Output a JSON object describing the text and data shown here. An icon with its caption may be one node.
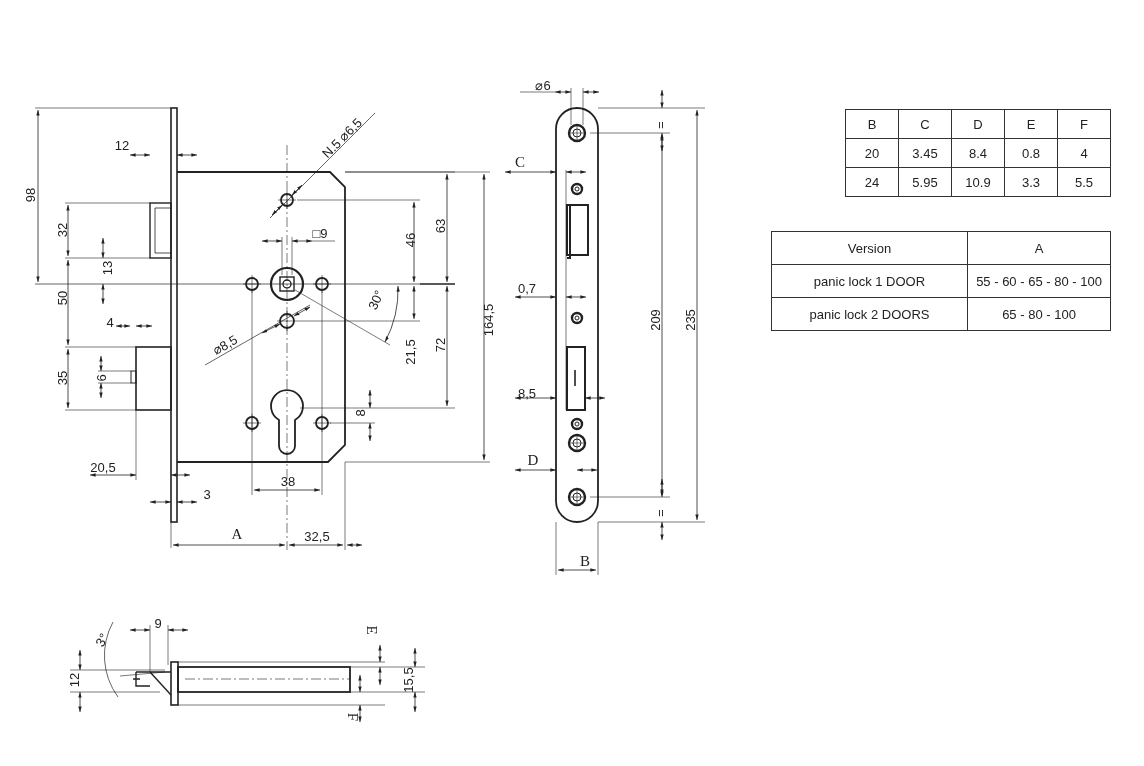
{
  "diagram": {
    "labels": [
      "⌀6",
      "=",
      "12",
      "N.5 ⌀6,5",
      "C",
      "□9",
      "98",
      "32",
      "46",
      "63",
      "13",
      "50",
      "30°",
      "0,7",
      "164,5",
      "209",
      "235",
      "4",
      "⌀8,5",
      "21,5",
      "72",
      "35",
      "6",
      "8,5",
      "8",
      "D",
      "20,5",
      "3",
      "38",
      "=",
      "A",
      "32,5",
      "B",
      "9",
      "3°",
      "E",
      "12",
      "15,5",
      "F",
      "B",
      "C",
      "D",
      "E",
      "F",
      "20",
      "3.45",
      "8.4",
      "0.8",
      "4",
      "24",
      "5.95",
      "10.9",
      "3.3",
      "5.5",
      "Version",
      "A",
      "panic lock 1 DOOR",
      "55 - 60 - 65 - 80 - 100",
      "panic lock 2 DOORS",
      "65 - 80 - 100"
    ]
  }
}
